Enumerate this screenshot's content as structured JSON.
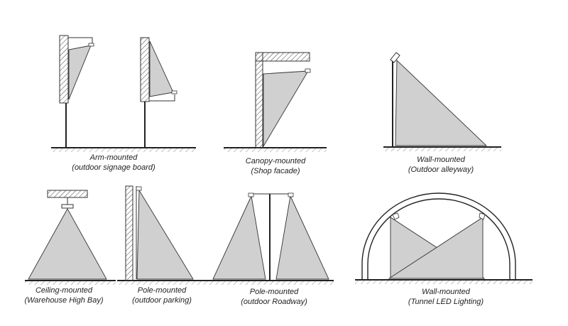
{
  "diagrams": [
    {
      "title": "Arm-mounted",
      "subtitle": "(outdoor signage board)"
    },
    {
      "title": "Canopy-mounted",
      "subtitle": "(Shop facade)"
    },
    {
      "title": "Wall-mounted",
      "subtitle": "(Outdoor alleyway)"
    },
    {
      "title": "Ceiling-mounted",
      "subtitle": "(Warehouse High Bay)"
    },
    {
      "title": "Pole-mounted",
      "subtitle": "(outdoor parking)"
    },
    {
      "title": "Pole-mounted",
      "subtitle": "(outdoor Roadway)"
    },
    {
      "title": "Wall-mounted",
      "subtitle": "(Tunnel LED Lighting)"
    }
  ],
  "colors": {
    "beam": "#d0d0d0",
    "stroke": "#222222",
    "background": "#ffffff"
  }
}
